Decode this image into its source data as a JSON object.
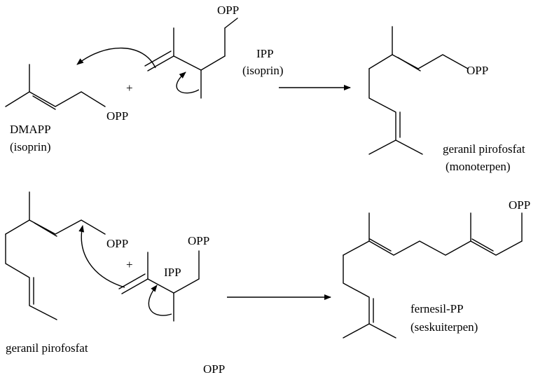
{
  "labels": {
    "opp": "OPP",
    "plus": "+",
    "ipp": "IPP",
    "isoprin_paren": "(isoprin)",
    "dmapp": "DMAPP",
    "geranil": "geranil pirofosfat",
    "monoterpen": "(monoterpen)",
    "fernesil": "fernesil-PP",
    "seskuiterpen": "(seskuiterpen)"
  }
}
